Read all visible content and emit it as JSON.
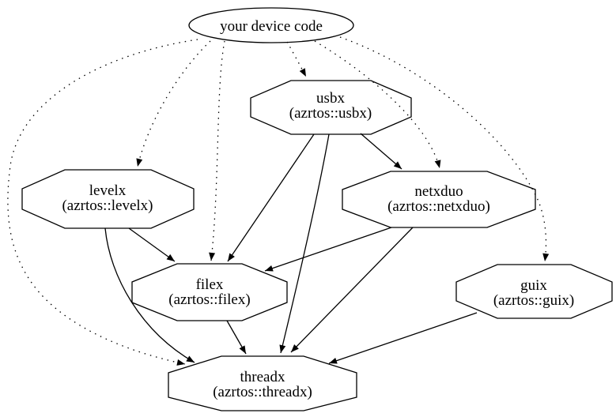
{
  "diagram": {
    "type": "dependency-graph",
    "background_color": "#ffffff",
    "stroke_color": "#000000",
    "text_color": "#000000",
    "nodes": [
      {
        "id": "device",
        "label": "your device code",
        "shape": "ellipse"
      },
      {
        "id": "usbx",
        "label": "usbx",
        "sublabel": "(azrtos::usbx)",
        "shape": "octagon"
      },
      {
        "id": "levelx",
        "label": "levelx",
        "sublabel": "(azrtos::levelx)",
        "shape": "octagon"
      },
      {
        "id": "netxduo",
        "label": "netxduo",
        "sublabel": "(azrtos::netxduo)",
        "shape": "octagon"
      },
      {
        "id": "filex",
        "label": "filex",
        "sublabel": "(azrtos::filex)",
        "shape": "octagon"
      },
      {
        "id": "guix",
        "label": "guix",
        "sublabel": "(azrtos::guix)",
        "shape": "octagon"
      },
      {
        "id": "threadx",
        "label": "threadx",
        "sublabel": "(azrtos::threadx)",
        "shape": "octagon"
      }
    ],
    "edges": [
      {
        "from": "your device code",
        "to": "usbx",
        "style": "dotted"
      },
      {
        "from": "your device code",
        "to": "levelx",
        "style": "dotted"
      },
      {
        "from": "your device code",
        "to": "filex",
        "style": "dotted"
      },
      {
        "from": "your device code",
        "to": "netxduo",
        "style": "dotted"
      },
      {
        "from": "your device code",
        "to": "guix",
        "style": "dotted"
      },
      {
        "from": "your device code",
        "to": "threadx",
        "style": "dotted"
      },
      {
        "from": "usbx",
        "to": "netxduo",
        "style": "solid"
      },
      {
        "from": "usbx",
        "to": "filex",
        "style": "solid"
      },
      {
        "from": "usbx",
        "to": "threadx",
        "style": "solid"
      },
      {
        "from": "levelx",
        "to": "filex",
        "style": "solid"
      },
      {
        "from": "levelx",
        "to": "threadx",
        "style": "solid"
      },
      {
        "from": "netxduo",
        "to": "filex",
        "style": "solid"
      },
      {
        "from": "netxduo",
        "to": "threadx",
        "style": "solid"
      },
      {
        "from": "filex",
        "to": "threadx",
        "style": "solid"
      },
      {
        "from": "guix",
        "to": "threadx",
        "style": "solid"
      }
    ]
  }
}
